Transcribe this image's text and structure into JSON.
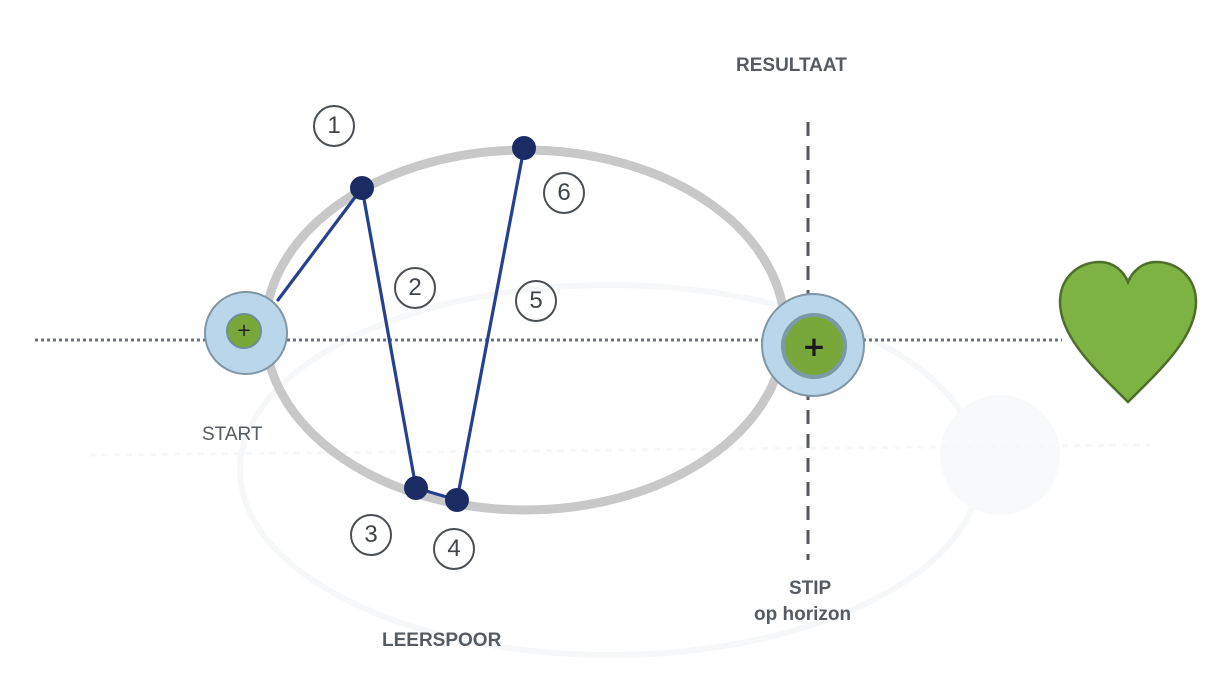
{
  "labels": {
    "resultaat": "RESULTAAT",
    "start": "START",
    "stip_line1": "STIP",
    "stip_line2": "op horizon",
    "leerspoor": "LEERSPOOR"
  },
  "steps": [
    "1",
    "2",
    "3",
    "4",
    "5",
    "6"
  ],
  "colors": {
    "path_line": "#24408f",
    "node": "#1b2c64",
    "ellipse": "#c8c8c8",
    "ring_outer": "#b9d6ea",
    "ring_border": "#7f96a6",
    "inner_green": "#79a83a",
    "heart": "#7cb342",
    "text": "#555b60"
  },
  "icons": {
    "start_marker": "plus-icon",
    "goal_marker": "plus-icon",
    "heart": "heart-icon"
  }
}
